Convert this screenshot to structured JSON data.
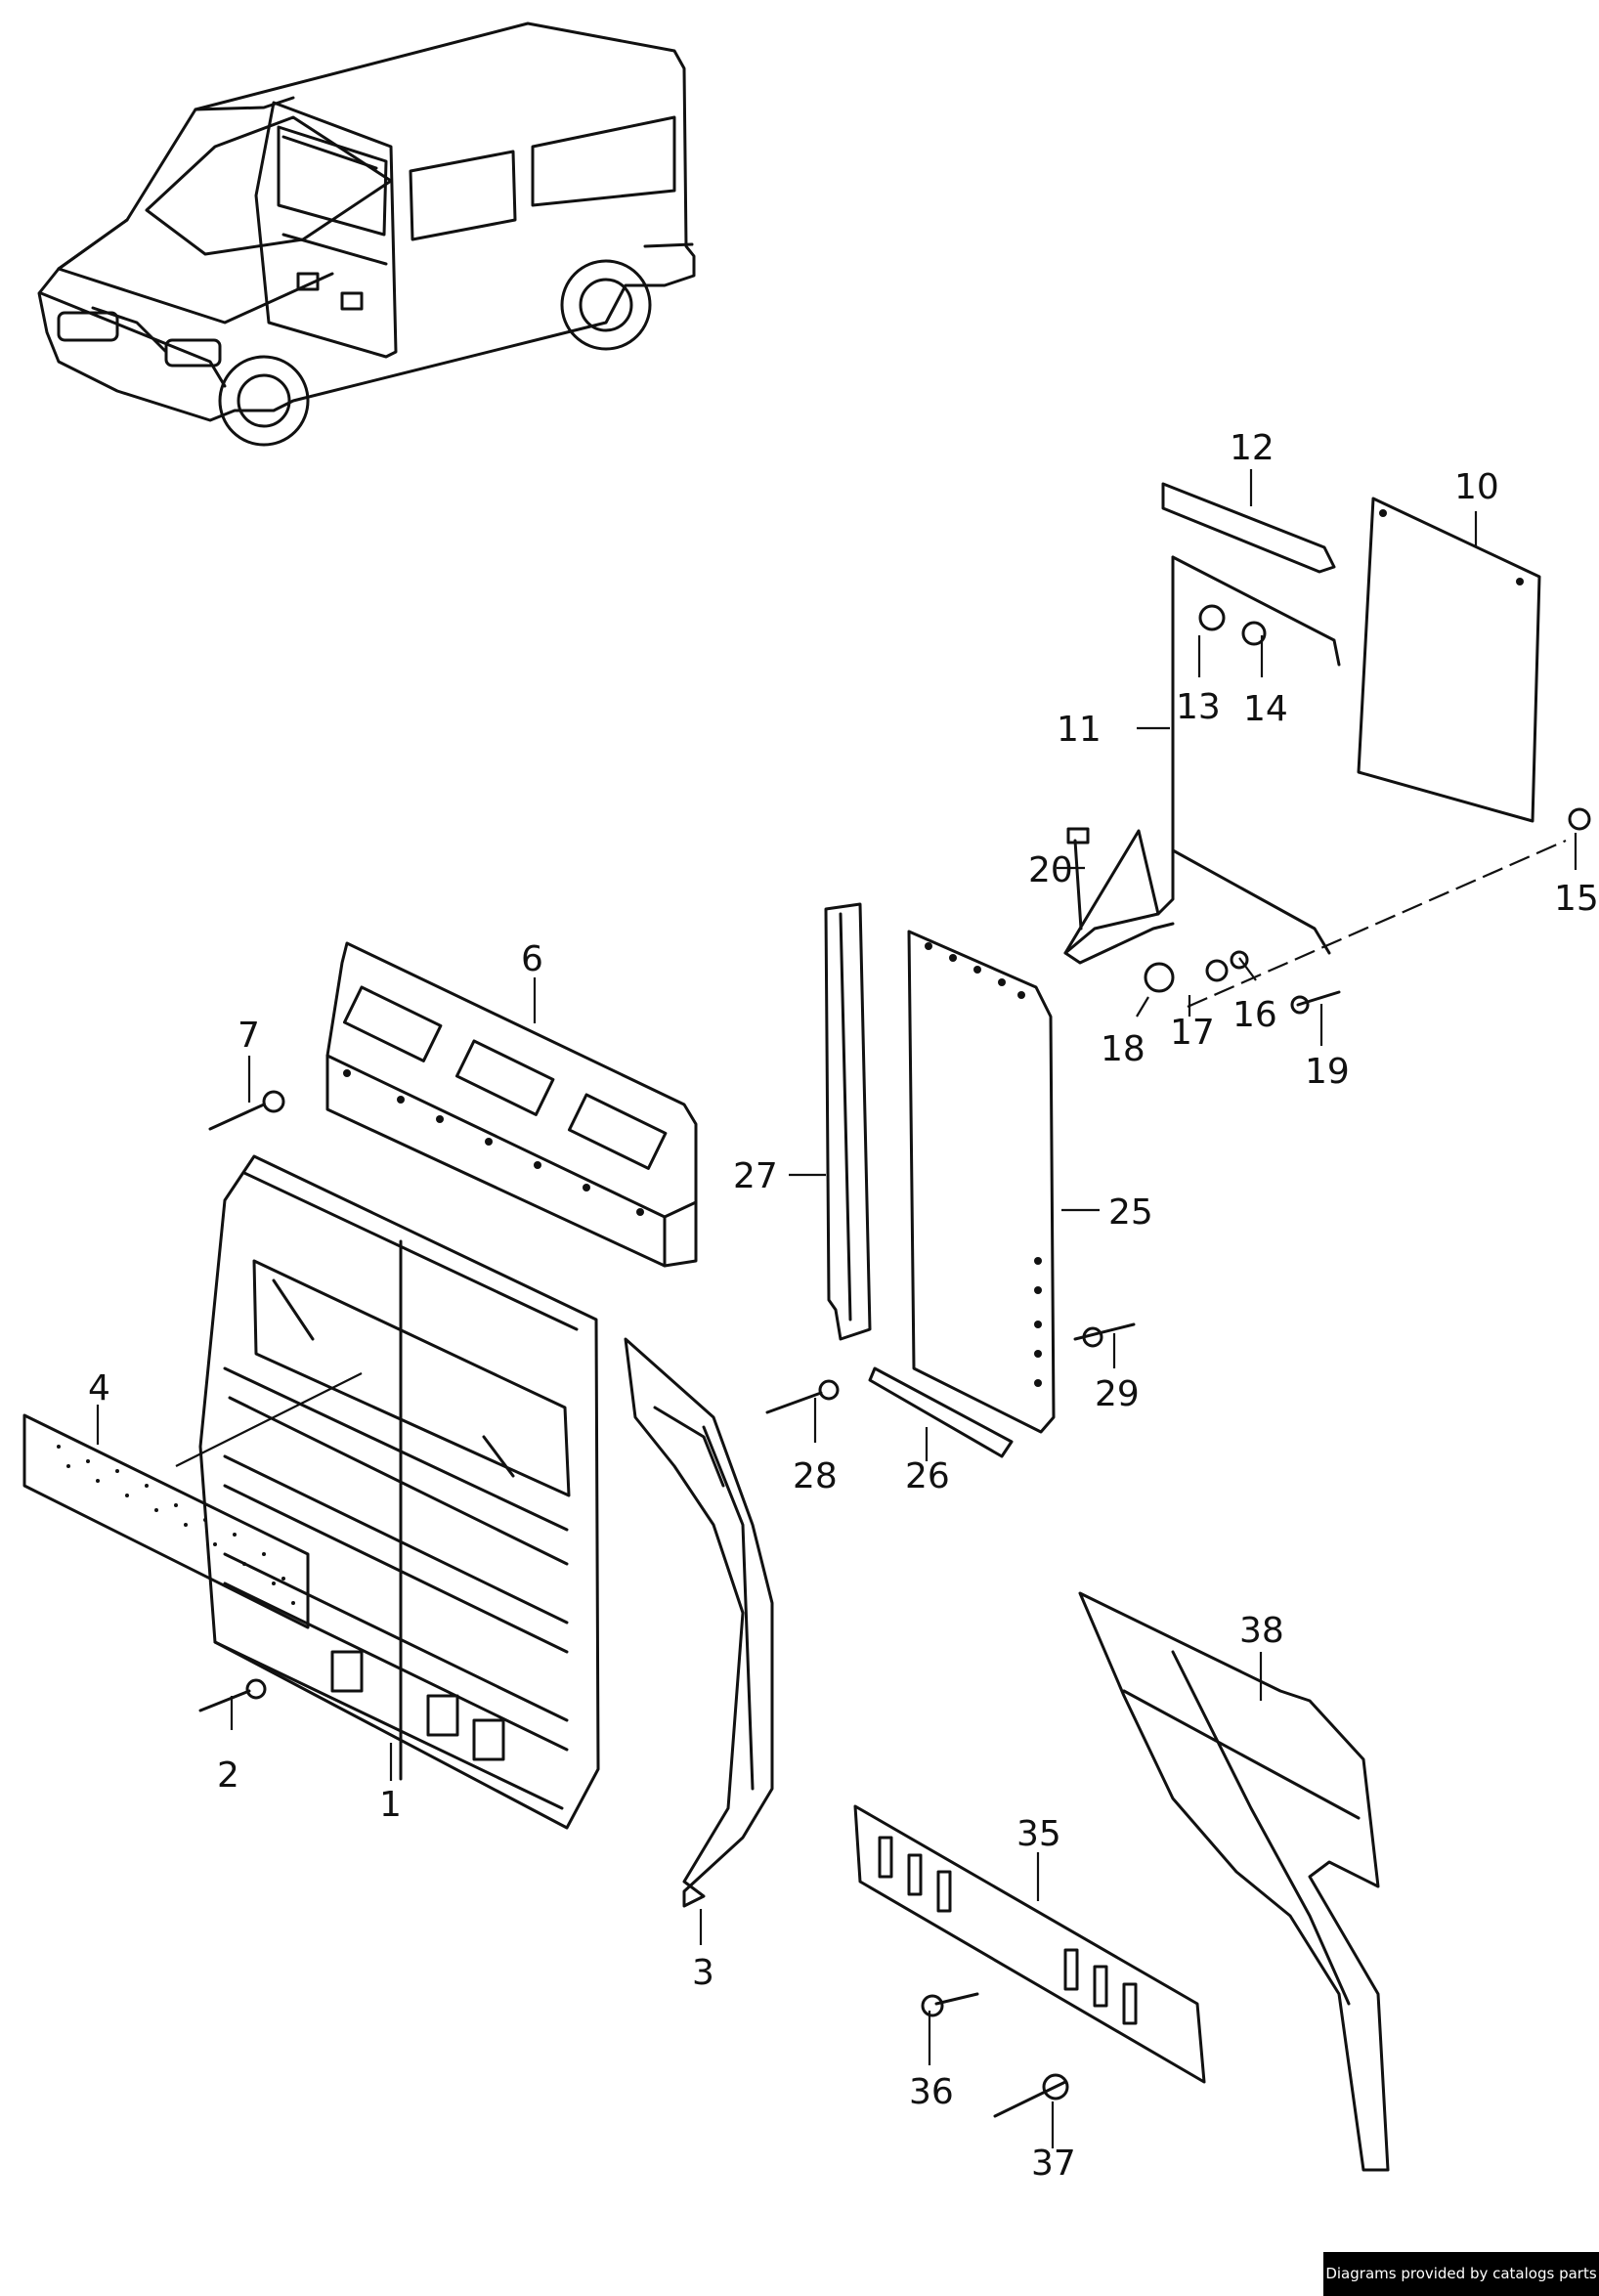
{
  "callouts": [
    "1",
    "2",
    "3",
    "4",
    "6",
    "7",
    "10",
    "11",
    "12",
    "13",
    "14",
    "15",
    "16",
    "17",
    "18",
    "19",
    "20",
    "25",
    "26",
    "27",
    "28",
    "29",
    "35",
    "36",
    "37",
    "38"
  ],
  "credit": "Diagrams provided by catalogs parts",
  "colors": {
    "line": "#111111",
    "background": "#ffffff",
    "credit_bg": "#000000",
    "credit_text": "#ffffff"
  }
}
